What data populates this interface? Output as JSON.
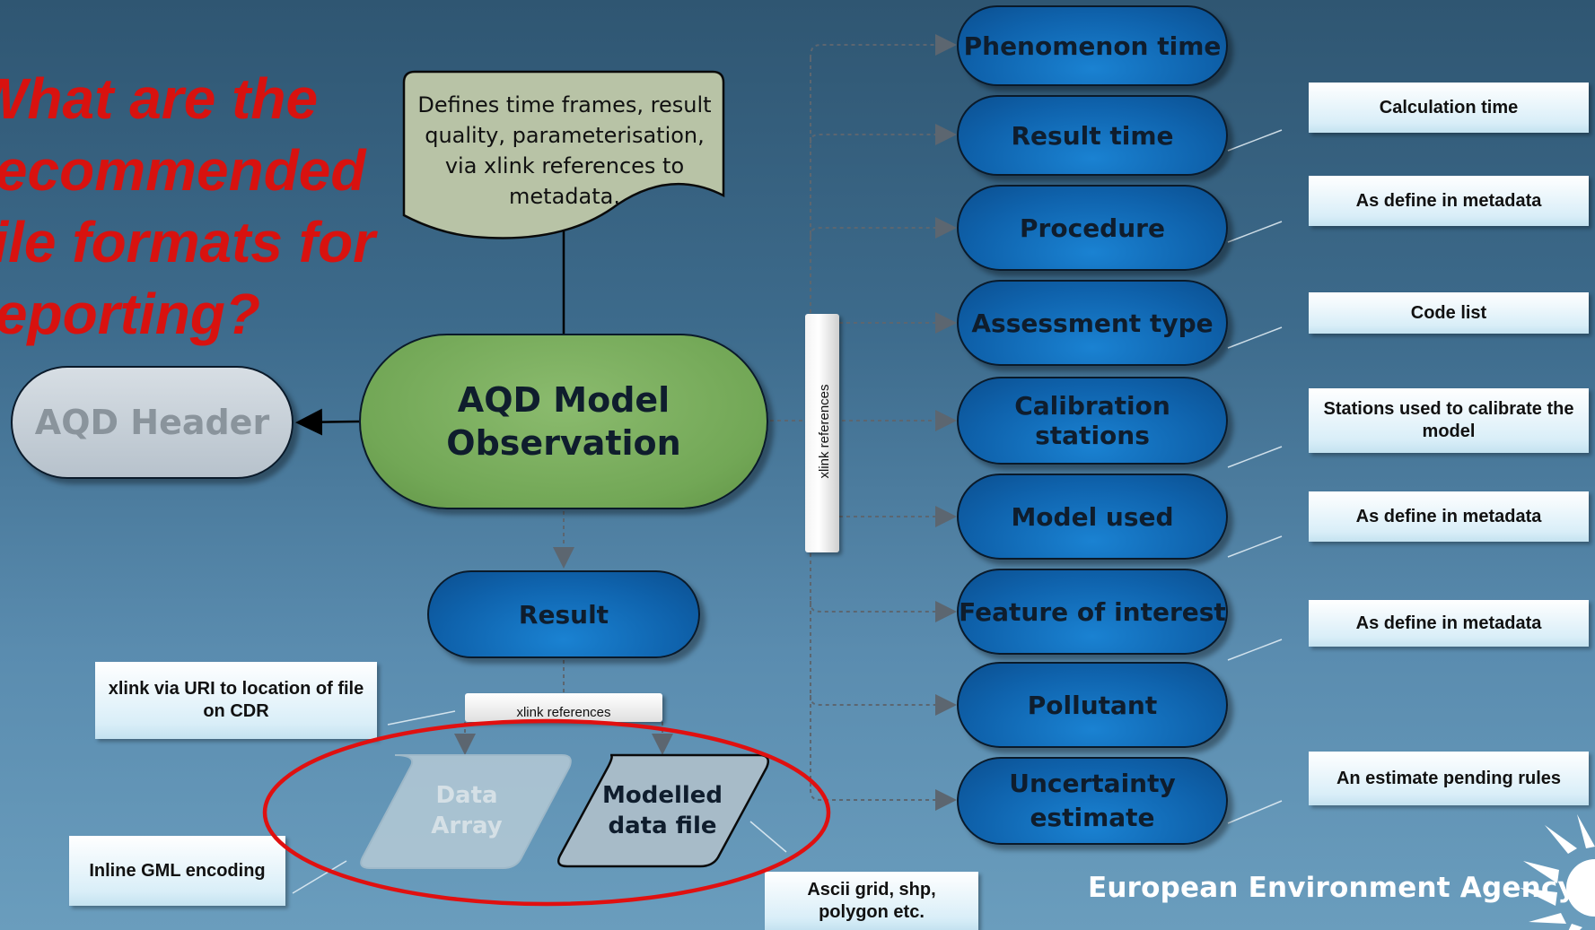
{
  "title": "What are the\nrecommended\nfile formats for\nreporting?",
  "note": "Defines time frames, result quality, parameterisation, via xlink references to metadata.",
  "header_node": "AQD Header",
  "model_node": "AQD Model\nObservation",
  "result_node": "Result",
  "xlink_vertical": "xlink references",
  "xlink_horizontal": "xlink references",
  "properties": [
    {
      "label": "Phenomenon time"
    },
    {
      "label": "Result time"
    },
    {
      "label": "Procedure"
    },
    {
      "label": "Assessment type"
    },
    {
      "label": "Calibration stations"
    },
    {
      "label": "Model used"
    },
    {
      "label": "Feature of interest"
    },
    {
      "label": "Pollutant"
    },
    {
      "label": "Uncertainty\nestimate"
    }
  ],
  "annotations": {
    "calc_time": "Calculation time",
    "procedure": "As define in metadata",
    "assessment": "Code list",
    "calibration": "Stations used to calibrate the model",
    "model_used": "As define in metadata",
    "feature": "As define in metadata",
    "uncertainty": "An estimate pending rules",
    "xlink_uri": "xlink via URI to location of file on CDR",
    "inline_gml": "Inline GML encoding",
    "ascii": "Ascii grid, shp, polygon etc."
  },
  "data_array": "Data\nArray",
  "modelled_file": "Modelled\ndata file",
  "branding": "European Environment Agency",
  "colors": {
    "title": "#d8120f",
    "property_fill": "#0f63ad",
    "model_fill": "#72a756",
    "highlight_ellipse": "#e01010"
  },
  "icons": [
    "eea-sun-logo-icon"
  ]
}
